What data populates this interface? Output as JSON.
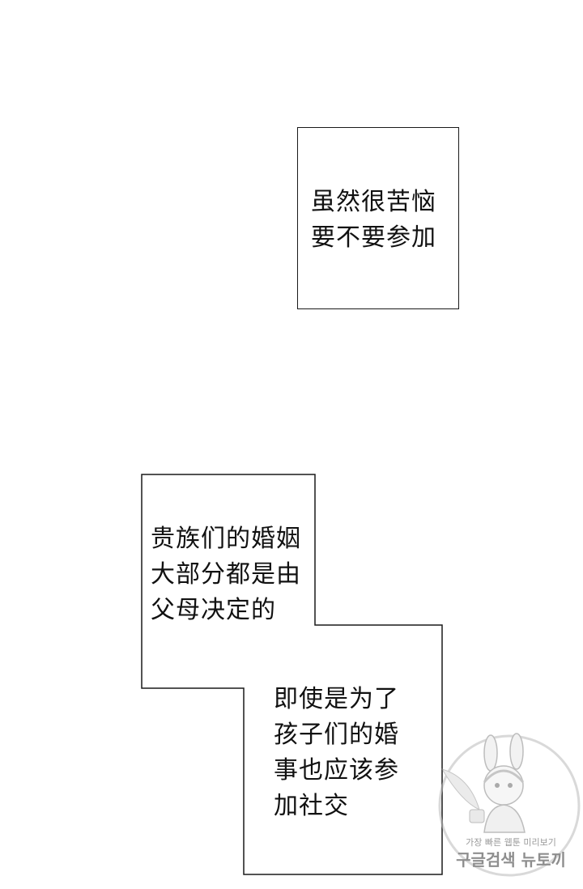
{
  "panels": {
    "caption_1": {
      "text": "虽然很苦恼\n要不要参加"
    },
    "caption_2": {
      "text": "贵族们的婚姻\n大部分都是由\n父母决定的"
    },
    "caption_3": {
      "text": "即使是为了\n孩子们的婚\n事也应该参\n加社交"
    }
  },
  "watermark": {
    "line1": "가장 빠른 웹툰 미리보기",
    "line2": "구글검색 뉴토끼",
    "icon": "bunny-girl-logo-icon"
  },
  "colors": {
    "background": "#ffffff",
    "border": "#1a1a1a",
    "text": "#111111"
  }
}
